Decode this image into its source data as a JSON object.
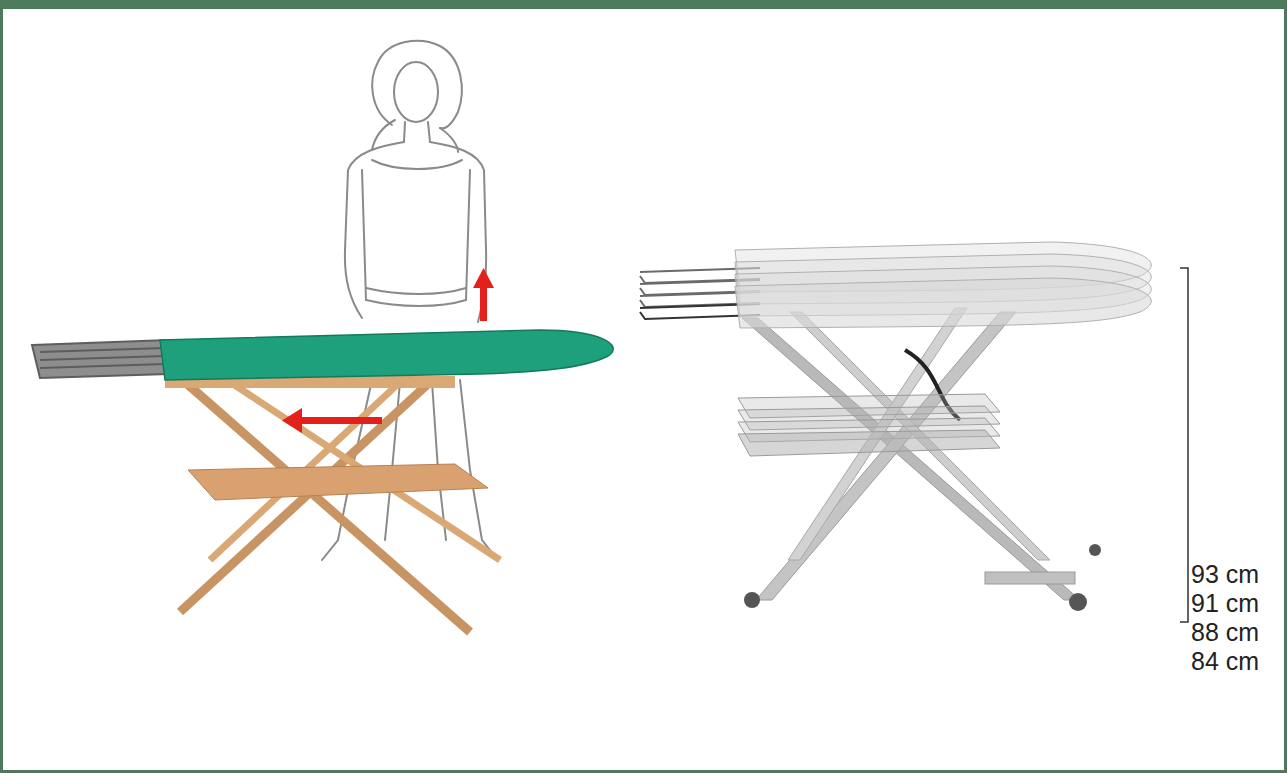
{
  "diagram": {
    "labels": [
      "93 cm",
      "91 cm",
      "88 cm",
      "84 cm"
    ]
  }
}
